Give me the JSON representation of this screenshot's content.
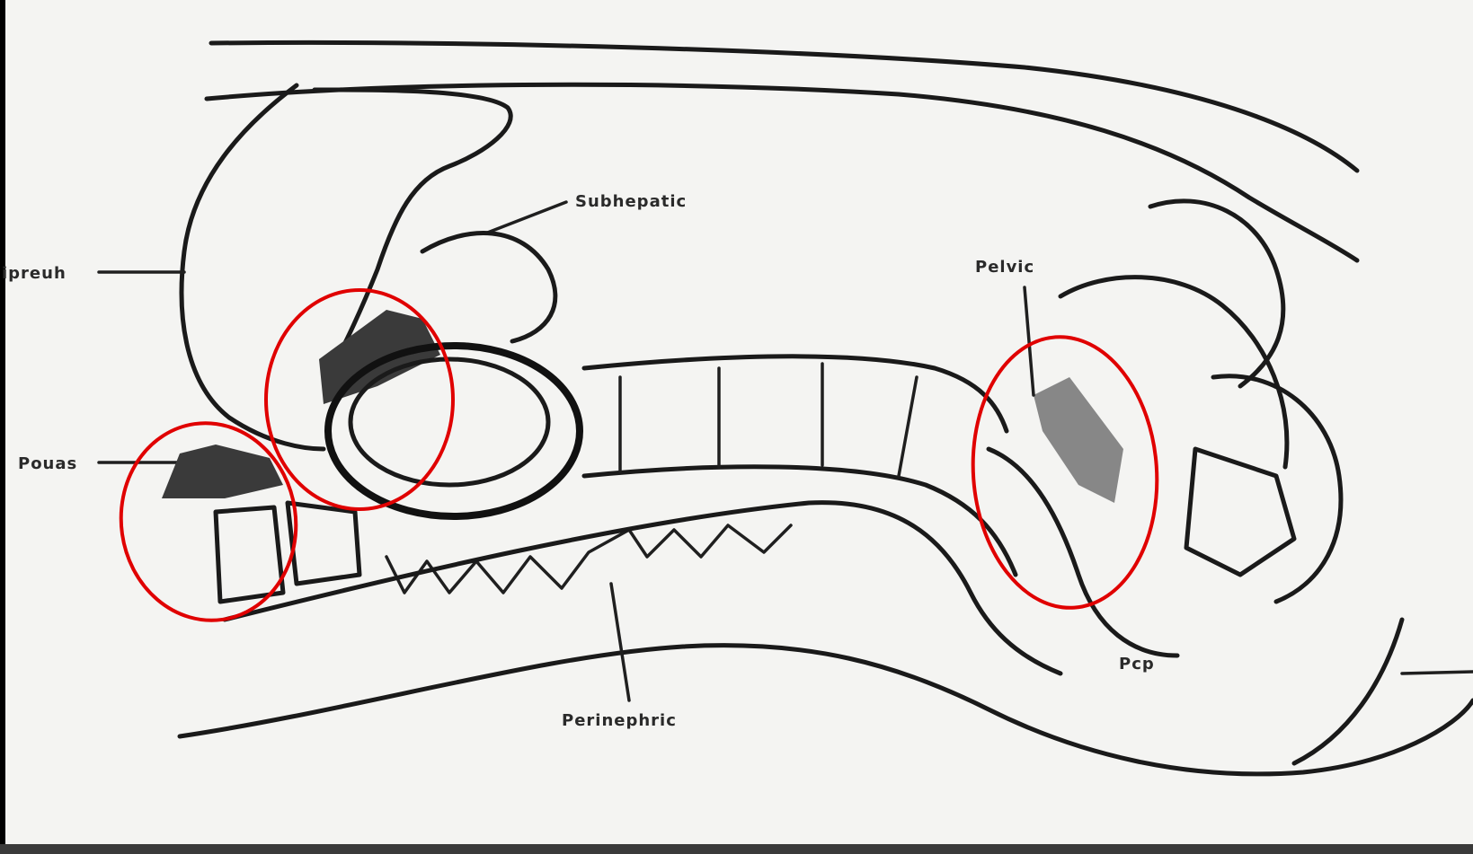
{
  "figure": {
    "labels": {
      "upper_left": "ipreuh",
      "left": "Pouas",
      "top_center": "Subhepatic",
      "right": "Pelvic",
      "bottom_center": "Perinephric",
      "bottom_right": "Pcp"
    },
    "annotations": {
      "ring_color": "#e00000",
      "ring_count": 3
    }
  }
}
